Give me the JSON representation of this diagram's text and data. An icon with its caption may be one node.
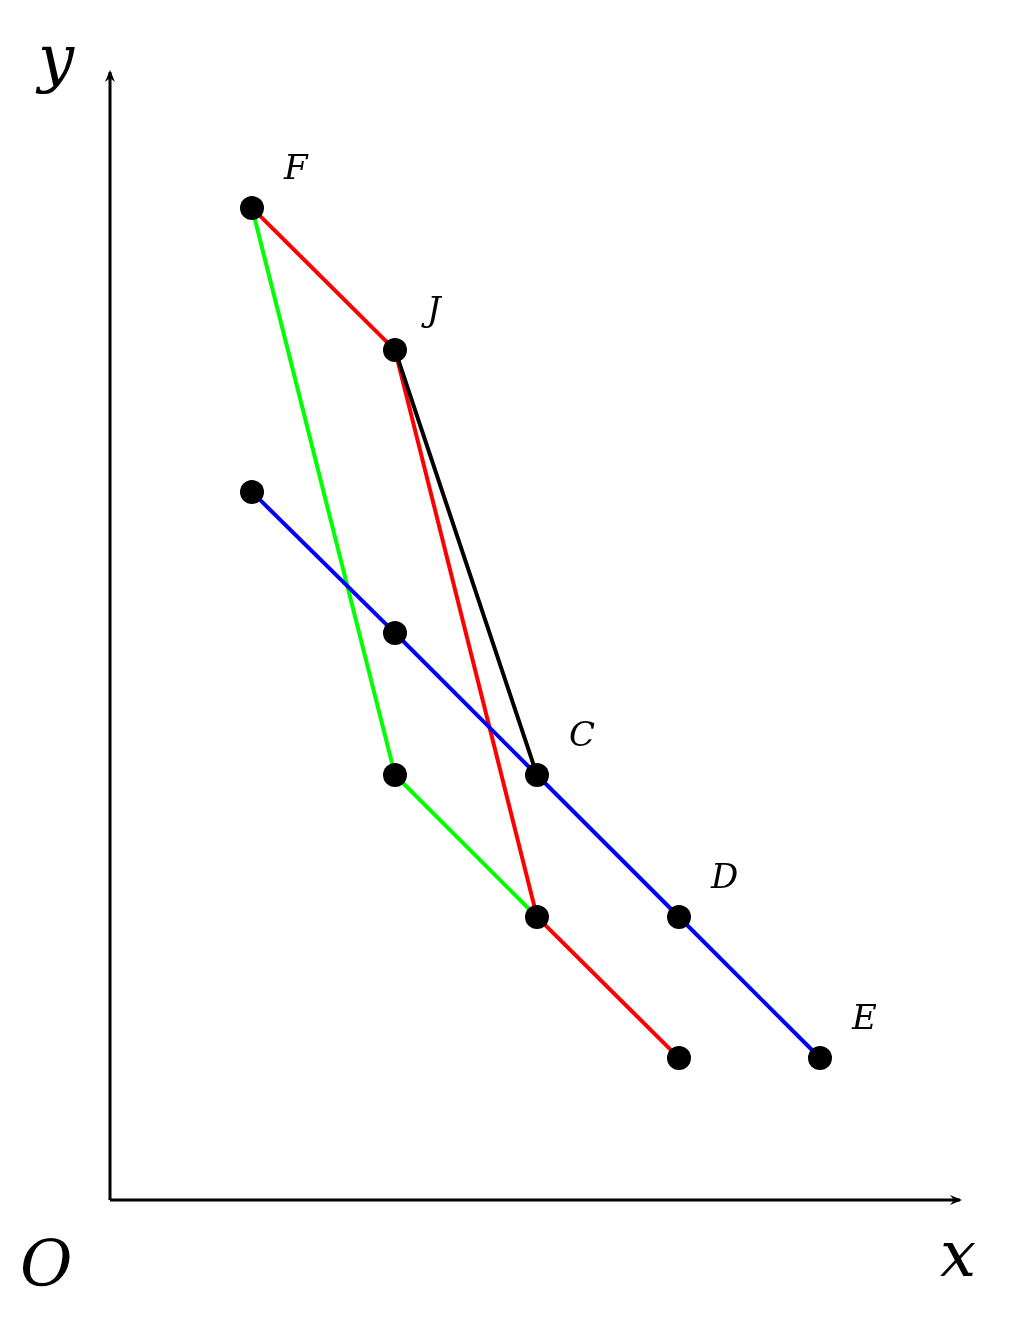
{
  "diagram": {
    "nodes": [
      {
        "text": [],
        "shape": "circle",
        "beside": [
          "F"
        ]
      },
      {
        "text": [],
        "shape": "circle",
        "beside": [
          "J"
        ]
      },
      {
        "text": [],
        "shape": "circle"
      },
      {
        "text": [],
        "shape": "circle"
      },
      {
        "text": [],
        "shape": "circle"
      },
      {
        "text": [],
        "shape": "circle",
        "beside": [
          "C"
        ]
      },
      {
        "text": [],
        "shape": "circle"
      },
      {
        "text": [],
        "shape": "circle",
        "beside": [
          "D"
        ]
      },
      {
        "text": [],
        "shape": "circle"
      },
      {
        "text": [],
        "shape": "circle",
        "beside": [
          "E"
        ]
      }
    ],
    "edges": [
      {
        "from": 0,
        "to": 1,
        "arrow": "none",
        "color": "#ff0000"
      },
      {
        "from": 1,
        "to": 6,
        "arrow": "none",
        "color": "#ff0000"
      },
      {
        "from": 6,
        "to": 8,
        "arrow": "none",
        "color": "#ff0000"
      },
      {
        "from": 0,
        "to": 4,
        "arrow": "none",
        "color": "#00ff00"
      },
      {
        "from": 4,
        "to": 6,
        "arrow": "none",
        "color": "#00ff00"
      },
      {
        "from": 1,
        "to": 5,
        "arrow": "none",
        "color": "#000000"
      },
      {
        "from": 2,
        "to": 3,
        "arrow": "none",
        "color": "#0000ff"
      },
      {
        "from": 3,
        "to": 5,
        "arrow": "none",
        "color": "#0000ff"
      },
      {
        "from": 5,
        "to": 7,
        "arrow": "none",
        "color": "#0000ff"
      },
      {
        "from": 7,
        "to": 9,
        "arrow": "none",
        "color": "#0000ff"
      }
    ],
    "labels": [
      "y",
      "x",
      "O"
    ]
  }
}
